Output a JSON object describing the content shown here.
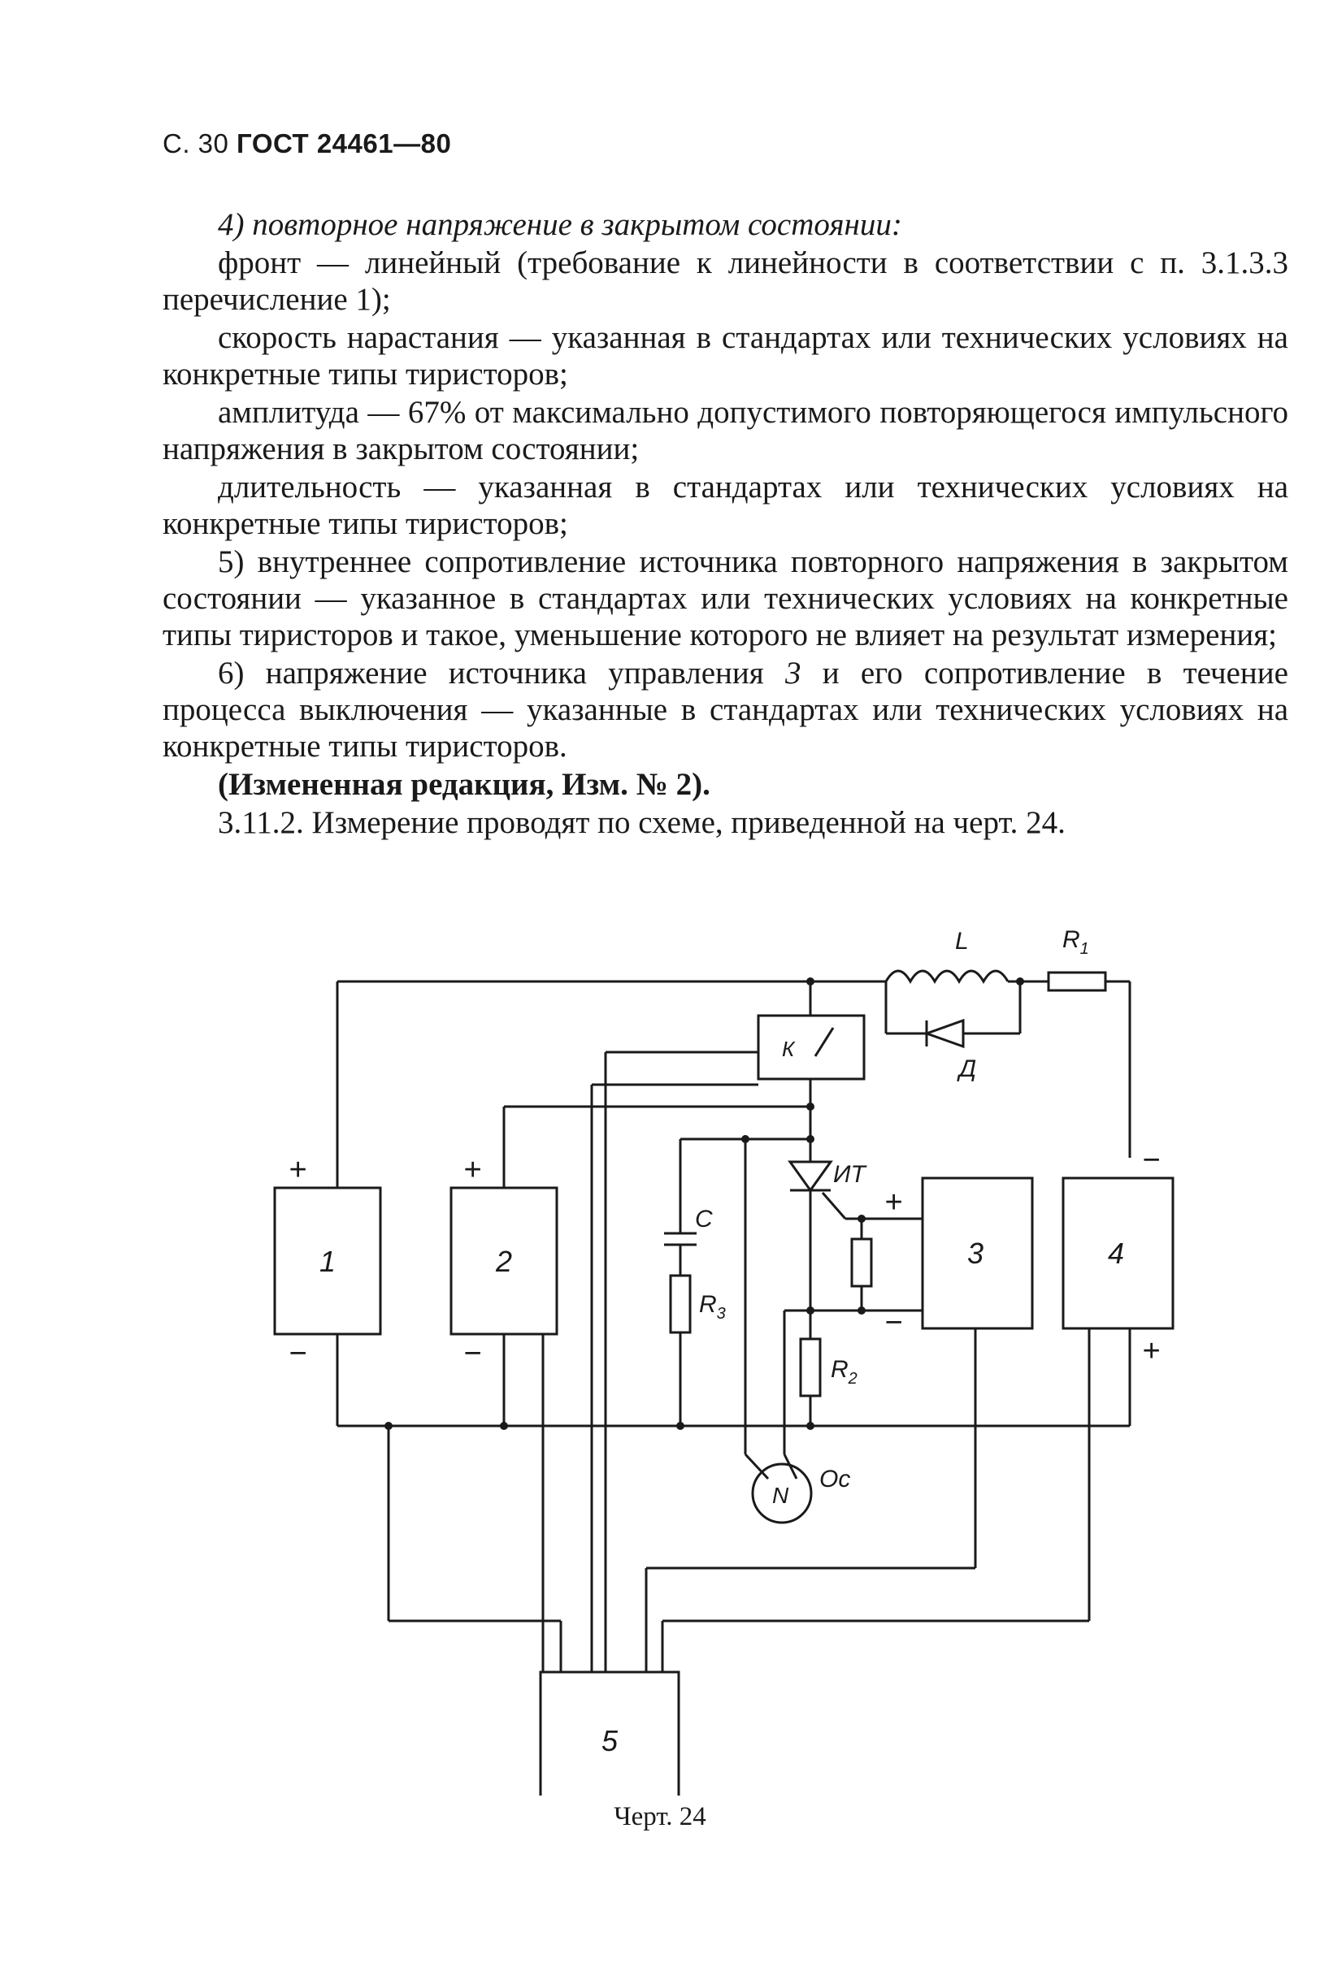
{
  "header": {
    "page": "С. 30",
    "standard": "ГОСТ 24461—80"
  },
  "text": {
    "item4_title": "4) повторное напряжение в закрытом состоянии:",
    "item4_front": "фронт — линейный (требование к линейности в соответствии с п. 3.1.3.3 перечисление 1);",
    "item4_rate": "скорость нарастания — указанная в стандартах или технических условиях на конкретные типы тиристоров;",
    "item4_amplitude": "амплитуда — 67% от максимально допустимого повторяющегося импульсного напряжения в закрытом состоянии;",
    "item4_duration": "длительность — указанная в стандартах или технических условиях на конкретные типы тиристоров;",
    "item5": "5) внутреннее сопротивление источника повторного напряжения в закрытом состоянии — указанное в стандартах или технических условиях на конкретные типы тиристоров и такое, уменьшение которого не влияет на результат измерения;",
    "item6_a": "6) напряжение источника управления ",
    "item6_num": "3",
    "item6_b": " и его сопротивление в течение процесса выключения — указанные в стандартах или технических условиях на конкретные типы тиристоров.",
    "amendment": "(Измененная редакция, Изм. № 2).",
    "clause": "3.11.2. Измерение проводят по схеме, приведенной на черт. 24."
  },
  "diagram": {
    "blocks": {
      "b1": "1",
      "b2": "2",
      "b3": "3",
      "b4": "4",
      "b5": "5"
    },
    "components": {
      "inductor": "L",
      "r1_base": "R",
      "r1_sub": "1",
      "diode": "Д",
      "switch": "К",
      "capacitor": "С",
      "r3_base": "R",
      "r3_sub": "3",
      "thyristor": "ИТ",
      "r2_base": "R",
      "r2_sub": "2",
      "scope_symbol": "N",
      "scope_label": "Ос"
    },
    "polarity": {
      "plus": "+",
      "minus": "−"
    }
  },
  "caption": "Черт. 24"
}
